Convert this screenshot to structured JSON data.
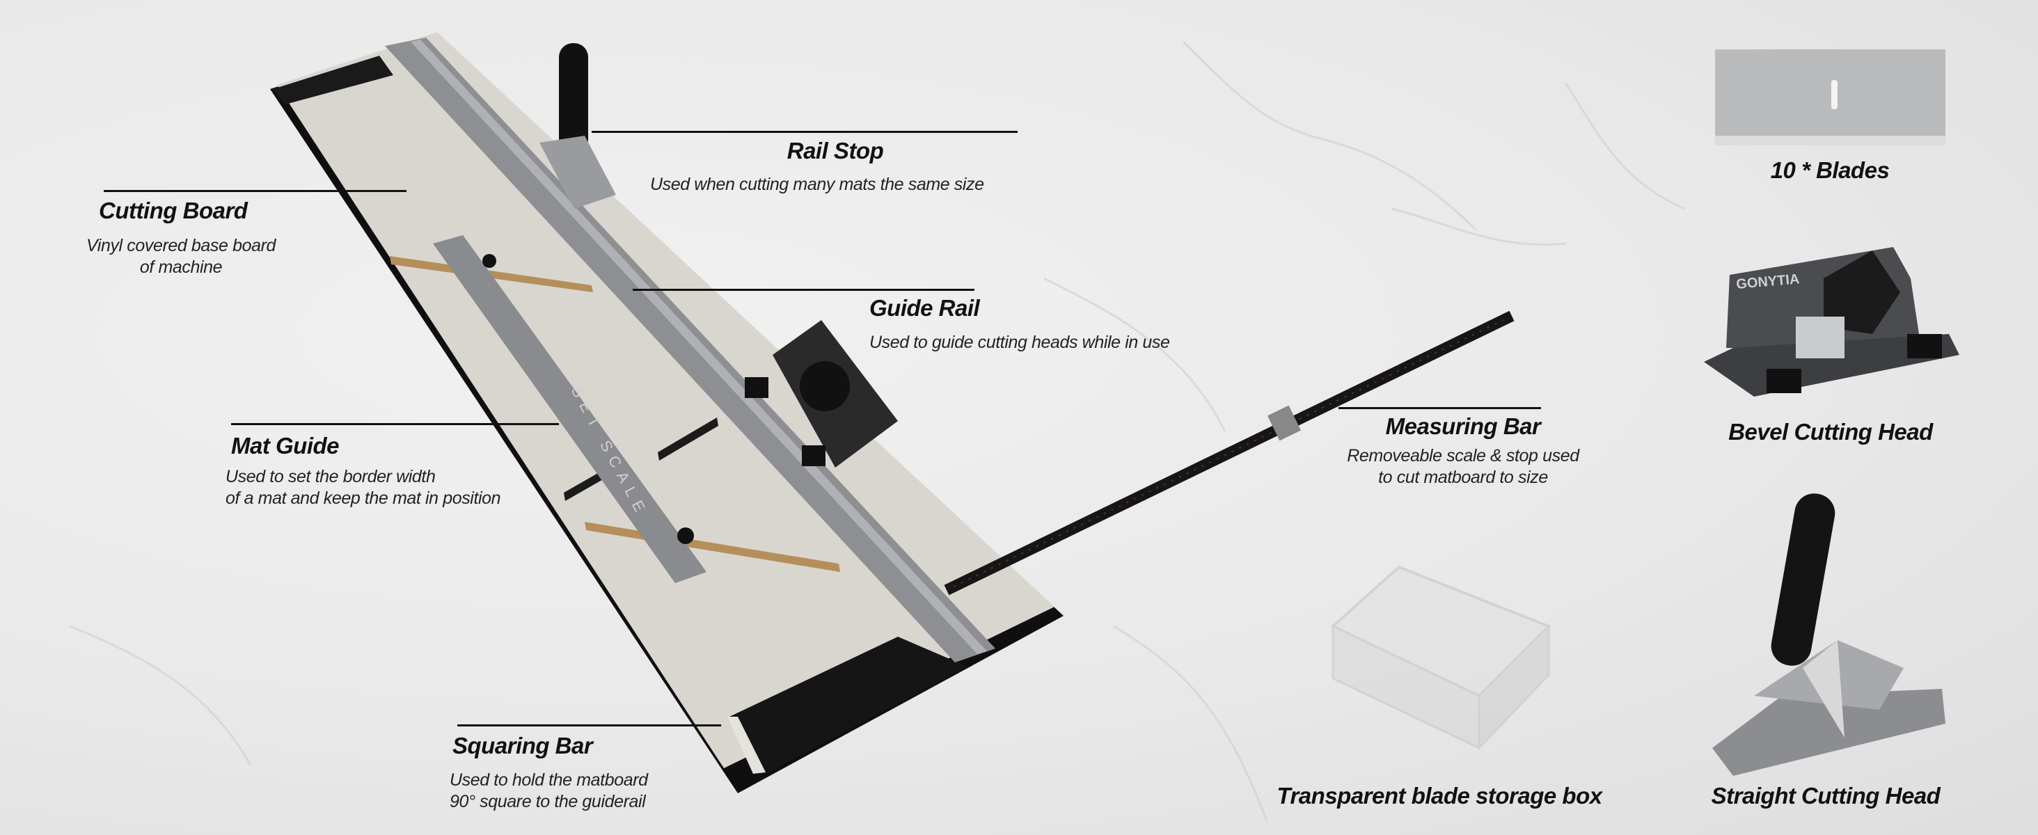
{
  "callouts": {
    "rail_stop": {
      "title": "Rail Stop",
      "desc": "Used when cutting many mats the same size"
    },
    "cutting_board": {
      "title": "Cutting Board",
      "desc_lines": [
        "Vinyl covered base board",
        "of machine"
      ]
    },
    "guide_rail": {
      "title": "Guide Rail",
      "desc": "Used to guide cutting heads while in use"
    },
    "mat_guide": {
      "title": "Mat Guide",
      "desc_lines": [
        "Used to set the border width",
        "of a mat and keep the mat in position"
      ]
    },
    "measuring_bar": {
      "title": "Measuring Bar",
      "desc_lines": [
        "Removeable scale & stop used",
        "to cut matboard to size"
      ]
    },
    "squaring_bar": {
      "title": "Squaring Bar",
      "desc_lines": [
        "Used to hold the matboard",
        "90° square to the guiderail"
      ]
    }
  },
  "accessories": [
    {
      "label": "10 * Blades"
    },
    {
      "label": "Bevel Cutting Head"
    },
    {
      "label": "Transparent blade storage box"
    },
    {
      "label": "Straight Cutting Head"
    }
  ],
  "brand": "GONYTIA",
  "mat_guide_print": "SET SCALE",
  "colors": {
    "board": "#d9d6d0",
    "rail": "#8e8f92",
    "base": "#111111",
    "background": "#ebebeb"
  }
}
